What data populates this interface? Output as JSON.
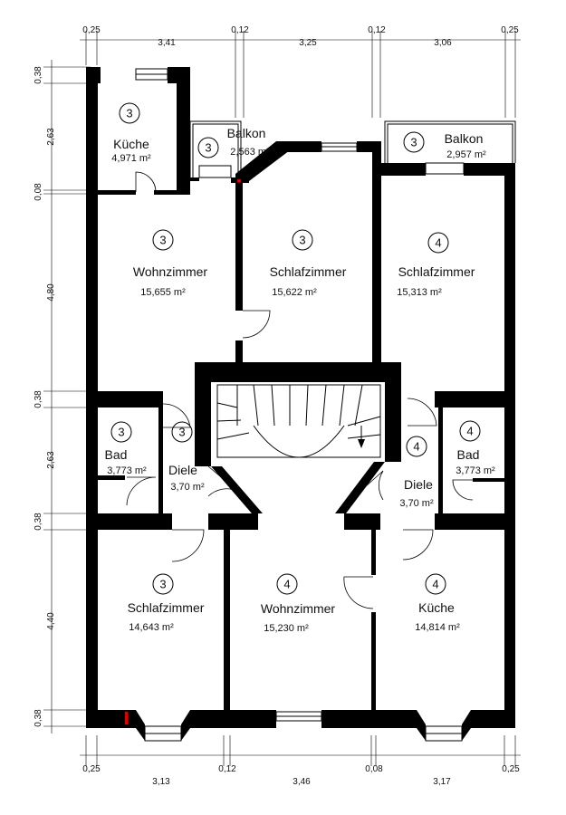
{
  "rooms": [
    {
      "unit": "3",
      "name": "Küche",
      "area": "4,971 m²"
    },
    {
      "unit": "3",
      "name": "Balkon",
      "area": "2,563 m²"
    },
    {
      "unit": "3",
      "name": "Balkon",
      "area": "2,957 m²"
    },
    {
      "unit": "3",
      "name": "Wohnzimmer",
      "area": "15,655 m²"
    },
    {
      "unit": "3",
      "name": "Schlafzimmer",
      "area": "15,622 m²"
    },
    {
      "unit": "4",
      "name": "Schlafzimmer",
      "area": "15,313 m²"
    },
    {
      "unit": "3",
      "name": "Bad",
      "area": "3,773 m²"
    },
    {
      "unit": "3",
      "name": "Diele",
      "area": "3,70 m²"
    },
    {
      "unit": "4",
      "name": "Diele",
      "area": "3,70 m²"
    },
    {
      "unit": "4",
      "name": "Bad",
      "area": "3,773 m²"
    },
    {
      "unit": "3",
      "name": "Schlafzimmer",
      "area": "14,643 m²"
    },
    {
      "unit": "4",
      "name": "Wohnzimmer",
      "area": "15,230 m²"
    },
    {
      "unit": "4",
      "name": "Küche",
      "area": "14,814 m²"
    }
  ],
  "dimensions": {
    "top": [
      "0,25",
      "3,41",
      "0,12",
      "3,25",
      "0,12",
      "3,06",
      "0,25"
    ],
    "bottom": [
      "0,25",
      "3,13",
      "0,12",
      "3,46",
      "0,08",
      "3,17",
      "0,25"
    ],
    "left": [
      "0,38",
      "2,63",
      "0,08",
      "4,80",
      "0,38",
      "2,63",
      "0,38",
      "4,40",
      "0,38"
    ]
  }
}
